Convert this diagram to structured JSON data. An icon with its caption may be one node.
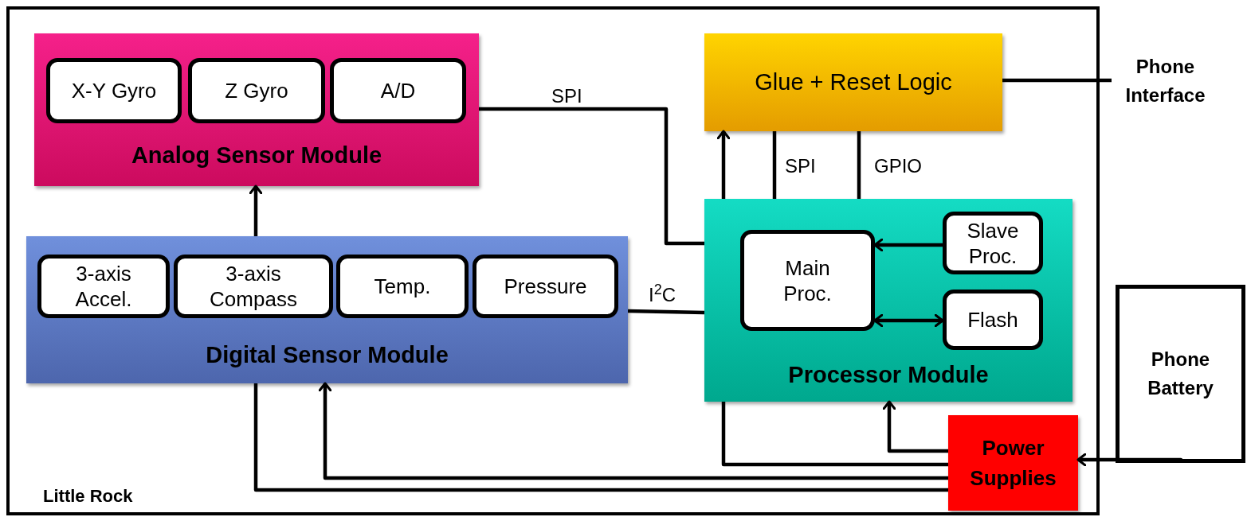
{
  "diagram": {
    "nodes": [
      {
        "text": [
          "Little Rock"
        ]
      },
      {
        "text": [
          "Analog Sensor Module"
        ],
        "in": 0
      },
      {
        "text": [
          "X-Y Gyro"
        ],
        "in": 1
      },
      {
        "text": [
          "Z Gyro"
        ],
        "in": 1
      },
      {
        "text": [
          "A/D"
        ],
        "in": 1
      },
      {
        "text": [
          "Digital Sensor Module"
        ],
        "in": 0
      },
      {
        "text": [
          "3-axis Accel."
        ],
        "in": 5
      },
      {
        "text": [
          "3-axis Compass"
        ],
        "in": 5
      },
      {
        "text": [
          "Temp."
        ],
        "in": 5
      },
      {
        "text": [
          "Pressure"
        ],
        "in": 5
      },
      {
        "text": [
          "Glue + Reset Logic"
        ],
        "in": 0
      },
      {
        "text": [
          "Processor Module"
        ],
        "in": 0
      },
      {
        "text": [
          "Main Proc."
        ],
        "in": 11
      },
      {
        "text": [
          "Slave Proc."
        ],
        "in": 11
      },
      {
        "text": [
          "Flash"
        ],
        "in": 11
      },
      {
        "text": [
          "Power Supplies"
        ],
        "in": 0
      },
      {
        "text": [
          "Phone Interface"
        ]
      },
      {
        "text": [
          "Phone Battery"
        ]
      }
    ],
    "edges": [
      {
        "from": 5,
        "to": 1,
        "arrow": "to"
      },
      {
        "from": 1,
        "to": 11,
        "arrow": "none",
        "label": "SPI"
      },
      {
        "from": 5,
        "to": 11,
        "arrow": "none",
        "label": "I$^{2}$C"
      },
      {
        "from": 11,
        "to": 10,
        "arrow": "to"
      },
      {
        "from": 11,
        "to": 10,
        "arrow": "none",
        "label": "SPI"
      },
      {
        "from": 11,
        "to": 10,
        "arrow": "none",
        "label": "GPIO"
      },
      {
        "from": 10,
        "to": 16,
        "arrow": "none"
      },
      {
        "from": 13,
        "to": 12,
        "arrow": "to"
      },
      {
        "from": 12,
        "to": 14,
        "arrow": "both"
      },
      {
        "from": 17,
        "to": 15,
        "arrow": "to"
      },
      {
        "from": 15,
        "to": 11,
        "arrow": "to"
      },
      {
        "from": 15,
        "to": 11,
        "arrow": "none"
      },
      {
        "from": 15,
        "to": 5,
        "arrow": "to"
      },
      {
        "from": 15,
        "to": 5,
        "arrow": "none"
      }
    ]
  }
}
